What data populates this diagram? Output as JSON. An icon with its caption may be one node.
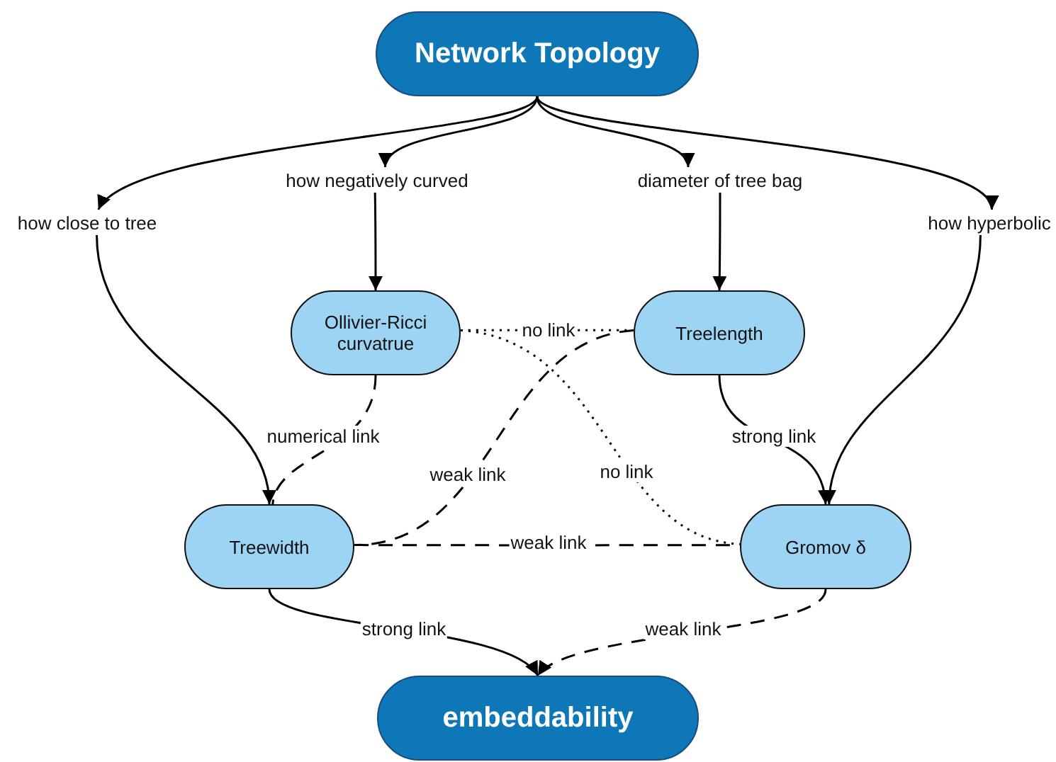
{
  "diagram": {
    "nodes": [
      {
        "text": [
          "Network Topology"
        ]
      },
      {
        "text": [
          "how close to tree"
        ]
      },
      {
        "text": [
          "how negatively curved"
        ]
      },
      {
        "text": [
          "diameter of tree bag"
        ]
      },
      {
        "text": [
          "how hyperbolic"
        ]
      },
      {
        "text": [
          "Ollivier-Ricci curvatrue"
        ]
      },
      {
        "text": [
          "Treelength"
        ]
      },
      {
        "text": [
          "Treewidth"
        ]
      },
      {
        "text": [
          "Gromov δ"
        ]
      },
      {
        "text": [
          "embeddability"
        ]
      }
    ],
    "edges": [
      {
        "from": 0,
        "to": 1,
        "arrow": "to"
      },
      {
        "from": 0,
        "to": 2,
        "arrow": "to"
      },
      {
        "from": 0,
        "to": 3,
        "arrow": "to"
      },
      {
        "from": 0,
        "to": 4,
        "arrow": "to"
      },
      {
        "from": 2,
        "to": 5,
        "arrow": "to"
      },
      {
        "from": 3,
        "to": 6,
        "arrow": "to"
      },
      {
        "from": 1,
        "to": 7,
        "arrow": "to"
      },
      {
        "from": 4,
        "to": 8,
        "arrow": "to"
      },
      {
        "from": 5,
        "to": 7,
        "arrow": "none",
        "label": "numerical link",
        "style": "dashed"
      },
      {
        "from": 6,
        "to": 8,
        "arrow": "to",
        "label": "strong link"
      },
      {
        "from": 5,
        "to": 6,
        "arrow": "none",
        "label": "no link",
        "style": "dashed"
      },
      {
        "from": 5,
        "to": 8,
        "arrow": "none",
        "label": "no link",
        "style": "dashed"
      },
      {
        "from": 6,
        "to": 7,
        "arrow": "none",
        "label": "weak link",
        "style": "dashed"
      },
      {
        "from": 7,
        "to": 8,
        "arrow": "none",
        "label": "weak link",
        "style": "dashed"
      },
      {
        "from": 7,
        "to": 9,
        "arrow": "to",
        "label": "strong link"
      },
      {
        "from": 8,
        "to": 9,
        "arrow": "to",
        "label": "weak link",
        "style": "dashed"
      }
    ]
  }
}
